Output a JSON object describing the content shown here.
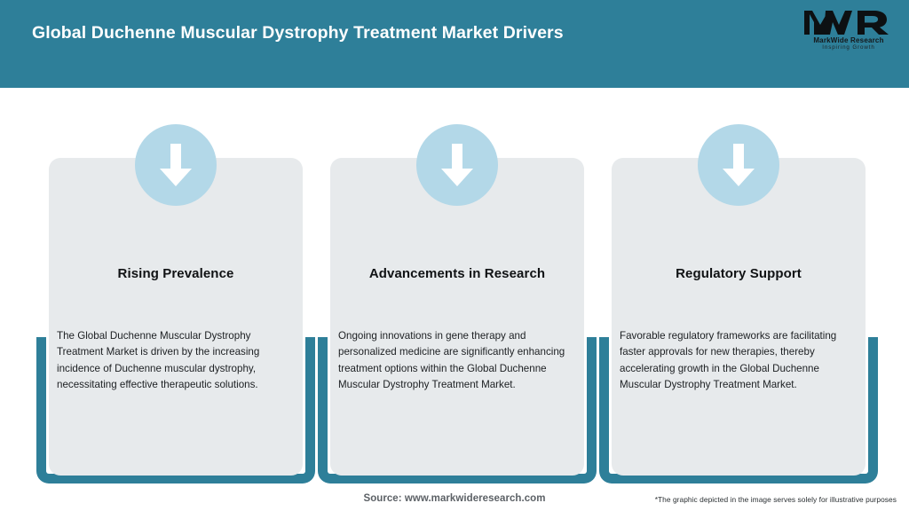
{
  "header": {
    "title": "Global Duchenne Muscular Dystrophy Treatment Market Drivers",
    "background_color": "#2e7f99",
    "title_color": "#ffffff"
  },
  "logo": {
    "mark": "MWR",
    "name": "MarkWide Research",
    "tagline": "Inspiring Growth"
  },
  "theme": {
    "accent": "#2e7f99",
    "card_background": "#e7eaec",
    "icon_circle": "#b3d8e8",
    "icon_arrow": "#ffffff",
    "page_background": "#ffffff"
  },
  "cards": [
    {
      "icon": "arrow-down-icon",
      "title": "Rising Prevalence",
      "body": "The Global Duchenne Muscular Dystrophy Treatment Market is driven by the increasing incidence of Duchenne muscular dystrophy, necessitating effective therapeutic solutions."
    },
    {
      "icon": "arrow-down-icon",
      "title": "Advancements in Research",
      "body": "Ongoing innovations in gene therapy and personalized medicine are significantly enhancing treatment options within the Global Duchenne Muscular Dystrophy Treatment Market."
    },
    {
      "icon": "arrow-down-icon",
      "title": "Regulatory Support",
      "body": "Favorable regulatory frameworks are facilitating faster approvals for new therapies, thereby accelerating growth in the Global Duchenne Muscular Dystrophy Treatment Market."
    }
  ],
  "footer": {
    "source": "Source: www.markwideresearch.com",
    "disclaimer": "*The graphic depicted in the image serves solely for illustrative purposes"
  }
}
